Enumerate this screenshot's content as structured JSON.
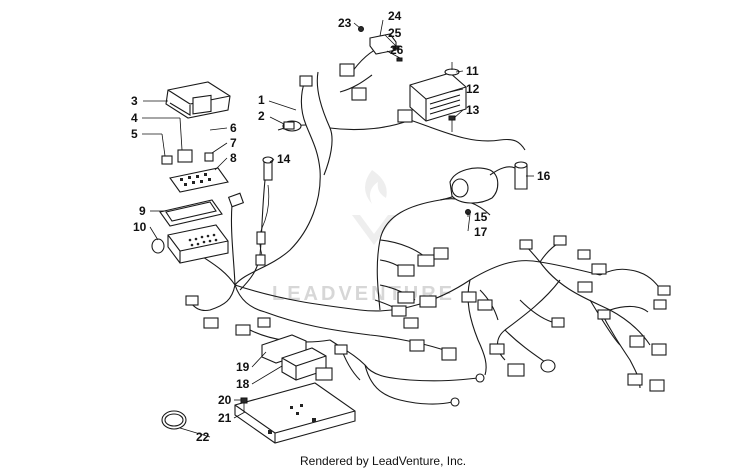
{
  "callouts": [
    "1",
    "2",
    "3",
    "4",
    "5",
    "6",
    "7",
    "8",
    "9",
    "10",
    "11",
    "12",
    "13",
    "14",
    "15",
    "16",
    "17",
    "18",
    "19",
    "20",
    "21",
    "22",
    "23",
    "24",
    "25",
    "26"
  ],
  "watermark": "LEADVENTURE",
  "credit": "Rendered by LeadVenture, Inc."
}
